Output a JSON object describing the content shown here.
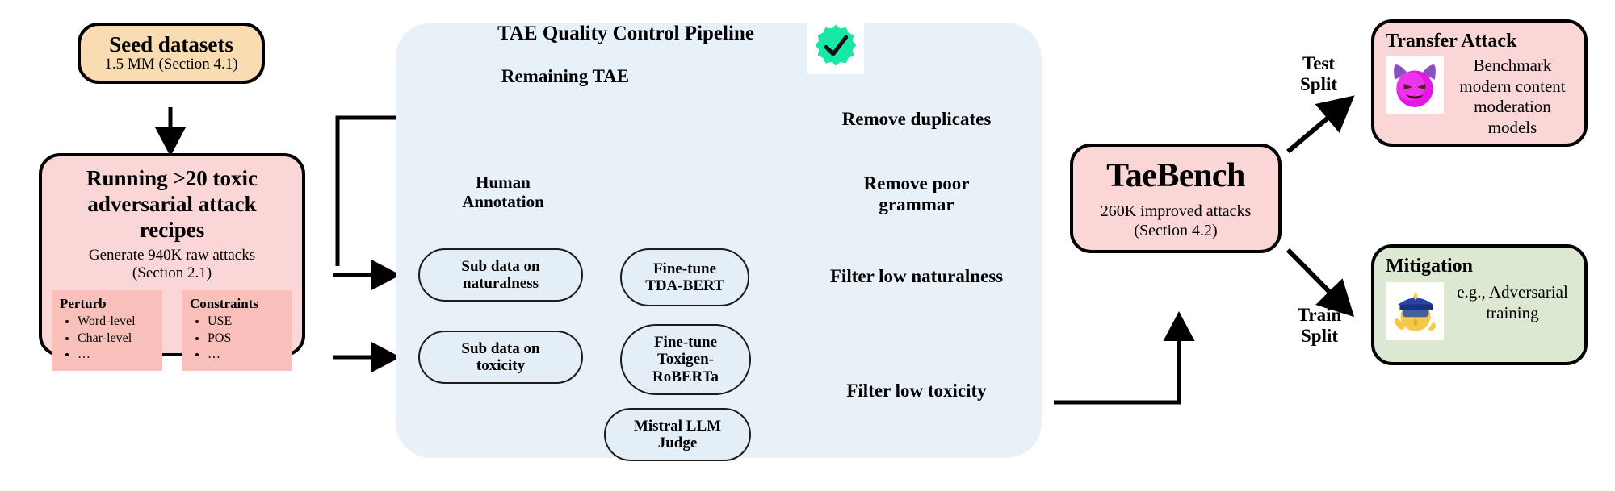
{
  "diagram": {
    "title_text": "TAE Quality Control Pipeline",
    "colors": {
      "peach": "#fadcb3",
      "pink": "#fbd6d6",
      "pink_card": "#f9bfbb",
      "green": "#dce8d2",
      "pipeline_bg": "#e8f0f8",
      "pill_bg": "#e4eef7",
      "stroke": "#000000",
      "badge_green": "#17e8a8",
      "devil_purple": "#e617e6",
      "police_blue": "#2a41a8"
    }
  },
  "seed_box": {
    "title": "Seed datasets",
    "subtitle": "1.5 MM (Section 4.1)"
  },
  "running_box": {
    "title": "Running >20 toxic adversarial attack recipes",
    "subtitle_line1": "Generate 940K raw attacks",
    "subtitle_line2": "(Section 2.1)",
    "cards": [
      {
        "heading": "Perturb",
        "items": [
          "Word-level",
          "Char-level",
          "…"
        ]
      },
      {
        "heading": "Constraints",
        "items": [
          "USE",
          "POS",
          "…"
        ]
      }
    ]
  },
  "pipeline": {
    "title": "TAE Quality Control Pipeline",
    "badge_icon": "verified-check-badge",
    "remaining_label": "Remaining TAE",
    "human_annotation_label_line1": "Human",
    "human_annotation_label_line2": "Annotation",
    "pills": [
      {
        "id": "sub-data-naturalness",
        "text": "Sub data on naturalness"
      },
      {
        "id": "fine-tune-tda-bert",
        "text": "Fine-tune TDA-BERT"
      },
      {
        "id": "sub-data-toxicity",
        "text": "Sub data on toxicity"
      },
      {
        "id": "fine-tune-toxigen-roberta",
        "text": "Fine-tune Toxigen-RoBERTa"
      },
      {
        "id": "mistral-llm-judge",
        "text": "Mistral LLM Judge"
      }
    ],
    "stages": [
      {
        "id": "remove-duplicates",
        "text": "Remove duplicates"
      },
      {
        "id": "remove-poor-grammar",
        "text": "Remove poor grammar"
      },
      {
        "id": "filter-low-naturalness",
        "text": "Filter low naturalness"
      },
      {
        "id": "filter-low-toxicity",
        "text": "Filter low toxicity"
      }
    ]
  },
  "taebench_box": {
    "title": "TaeBench",
    "subtitle_line1": "260K improved attacks",
    "subtitle_line2": "(Section 4.2)"
  },
  "splits": {
    "test": "Test Split",
    "train": "Train Split"
  },
  "transfer_attack_box": {
    "title": "Transfer Attack",
    "body": "Benchmark modern content moderation models",
    "icon": "devil-face-emoji"
  },
  "mitigation_box": {
    "title": "Mitigation",
    "body": "e.g., Adversarial training",
    "icon": "police-officer-emoji"
  }
}
